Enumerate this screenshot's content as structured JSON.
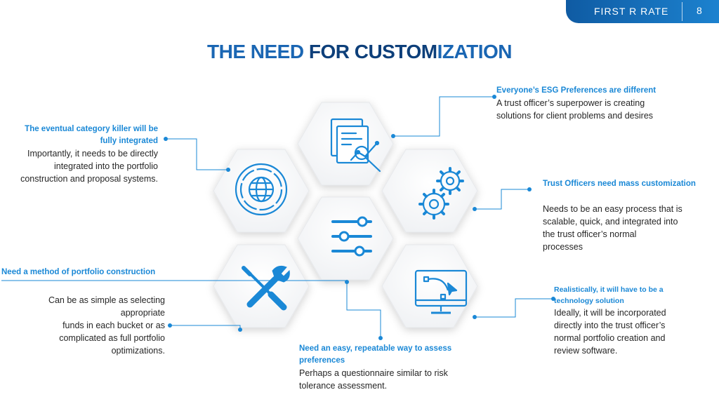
{
  "brand": {
    "logo_text": "FIRST R RATE",
    "page_number": "8",
    "color": "#1c82cf"
  },
  "title": {
    "part1": "THE NEED",
    "part2": "FOR CUSTOM",
    "part3": "IZATION"
  },
  "colors": {
    "accent": "#1a88d6",
    "title_blue": "#1a66b3",
    "title_dark": "#0d3f7a"
  },
  "callouts": {
    "esg": {
      "heading": "Everyone’s ESG Preferences are different",
      "line1": "A trust officer’s superpower is creating",
      "line2": "solutions for client problems and desires",
      "icon": "document-analysis-icon"
    },
    "killer": {
      "heading1": "The eventual category killer will be",
      "heading2": "fully integrated",
      "line1": "Importantly, it needs to be directly",
      "line2": "integrated into the portfolio",
      "line3": "construction and proposal systems.",
      "icon": "globe-icon"
    },
    "mass": {
      "heading": "Trust Officers need mass customization",
      "line1": "Needs to be an easy process that is",
      "line2": "scalable, quick, and integrated into",
      "line3": "the trust officer’s normal",
      "line4": "processes",
      "icon": "gears-icon"
    },
    "method": {
      "heading": "Need a method of portfolio construction",
      "line1": "Can be as simple as selecting",
      "line2": "appropriate",
      "line3": "funds in each bucket or as",
      "line4": "complicated as full portfolio",
      "line5": "optimizations.",
      "icon": "tools-icon"
    },
    "repeatable": {
      "heading1": "Need an easy, repeatable way to assess",
      "heading2": "preferences",
      "line1": "Perhaps a questionnaire similar to risk",
      "line2": "tolerance assessment.",
      "icon": "sliders-icon"
    },
    "tech": {
      "heading1": "Realistically, it will have to be a",
      "heading2": "technology solution",
      "line1": "Ideally, it will be incorporated",
      "line2": "directly into the trust officer’s",
      "line3": "normal portfolio creation and",
      "line4": "review software.",
      "icon": "monitor-design-icon"
    }
  }
}
